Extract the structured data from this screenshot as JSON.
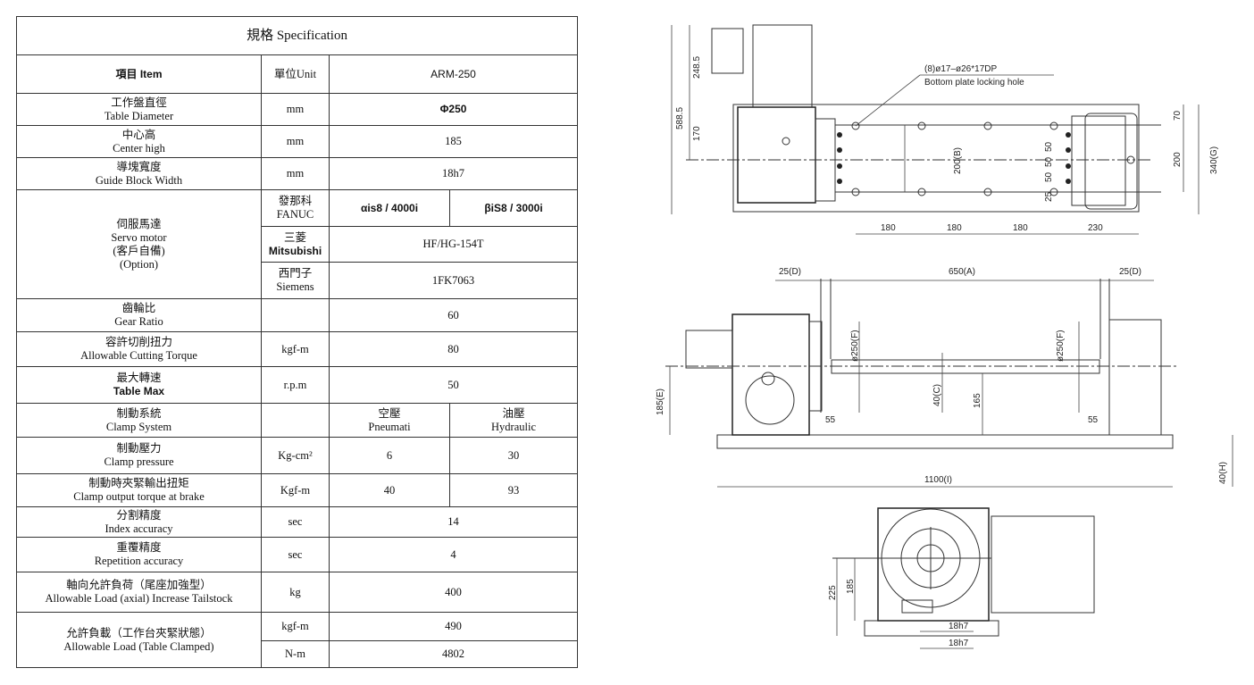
{
  "table": {
    "title": "規格 Specification",
    "header": {
      "item": "項目 Item",
      "unit": "單位Unit",
      "model": "ARM-250"
    },
    "rows": {
      "diameter": {
        "cn": "工作盤直徑",
        "en": "Table Diameter",
        "unit": "mm",
        "value": "Φ250"
      },
      "center": {
        "cn": "中心高",
        "en": "Center high",
        "unit": "mm",
        "value": "185"
      },
      "guide": {
        "cn": "導塊寬度",
        "en": "Guide Block Width",
        "unit": "mm",
        "value": "18h7"
      },
      "servo": {
        "cn": "伺服馬達",
        "en": "Servo motor",
        "note_cn": "(客戶自備)",
        "note_en": "(Option)",
        "fanuc": {
          "cn": "發那科",
          "en": "FANUC",
          "value1": "αis8 / 4000i",
          "value2": "βiS8 / 3000i"
        },
        "mitsubishi": {
          "cn": "三菱",
          "en": "Mitsubishi",
          "value": "HF/HG-154T"
        },
        "siemens": {
          "cn": "西門子",
          "en": "Siemens",
          "value": "1FK7063"
        }
      },
      "gear": {
        "cn": "齒輪比",
        "en": "Gear Ratio",
        "unit": "",
        "value": "60"
      },
      "cutting": {
        "cn": "容許切削扭力",
        "en": "Allowable Cutting Torque",
        "unit": "kgf-m",
        "value": "80"
      },
      "maxspeed": {
        "cn": "最大轉速",
        "en": "Table Max",
        "unit": "r.p.m",
        "value": "50"
      },
      "clampsys": {
        "cn": "制動系統",
        "en": "Clamp System",
        "unit": "",
        "v1_cn": "空壓",
        "v1_en": "Pneumati",
        "v2_cn": "油壓",
        "v2_en": "Hydraulic"
      },
      "clamppress": {
        "cn": "制動壓力",
        "en": "Clamp pressure",
        "unit": "Kg-cm²",
        "value1": "6",
        "value2": "30"
      },
      "clamptorque": {
        "cn": "制動時夾緊輸出扭矩",
        "en": "Clamp output torque at brake",
        "unit": "Kgf-m",
        "value1": "40",
        "value2": "93"
      },
      "index": {
        "cn": "分割精度",
        "en": "Index accuracy",
        "unit": "sec",
        "value": "14"
      },
      "repeat": {
        "cn": "重覆精度",
        "en": "Repetition accuracy",
        "unit": "sec",
        "value": "4"
      },
      "axial": {
        "cn": "軸向允許負荷（尾座加強型）",
        "en": "Allowable Load (axial) Increase Tailstock",
        "unit": "kg",
        "value": "400"
      },
      "load": {
        "cn": "允許負載（工作台夾緊狀態）",
        "en": "Allowable Load (Table Clamped)",
        "unit1": "kgf-m",
        "value1": "490",
        "unit2": "N-m",
        "value2": "4802"
      }
    }
  },
  "drawings": {
    "top": {
      "hole_spec": "(8)ø17–ø26*17DP",
      "hole_desc": "Bottom plate locking hole",
      "dims": {
        "total_h": "588.5",
        "motor_h": "248.5",
        "center_h": "170",
        "b": "200(B)",
        "s1": "180",
        "s2": "180",
        "s3": "180",
        "s4": "230",
        "r70": "70",
        "r200": "200",
        "g": "340(G)",
        "p50a": "50",
        "p50b": "50",
        "p50c": "50",
        "p25": "25"
      }
    },
    "side": {
      "d_left": "25(D)",
      "a": "650(A)",
      "d_right": "25(D)",
      "f_left": "ø250(F)",
      "f_right": "ø250(F)",
      "e": "185(E)",
      "h165": "165",
      "c": "40(C)",
      "w55a": "55",
      "w55b": "55",
      "i": "1100(I)",
      "h": "40(H)"
    },
    "front": {
      "h225": "225",
      "h185": "185",
      "g1": "18h7",
      "g2": "18h7"
    }
  }
}
